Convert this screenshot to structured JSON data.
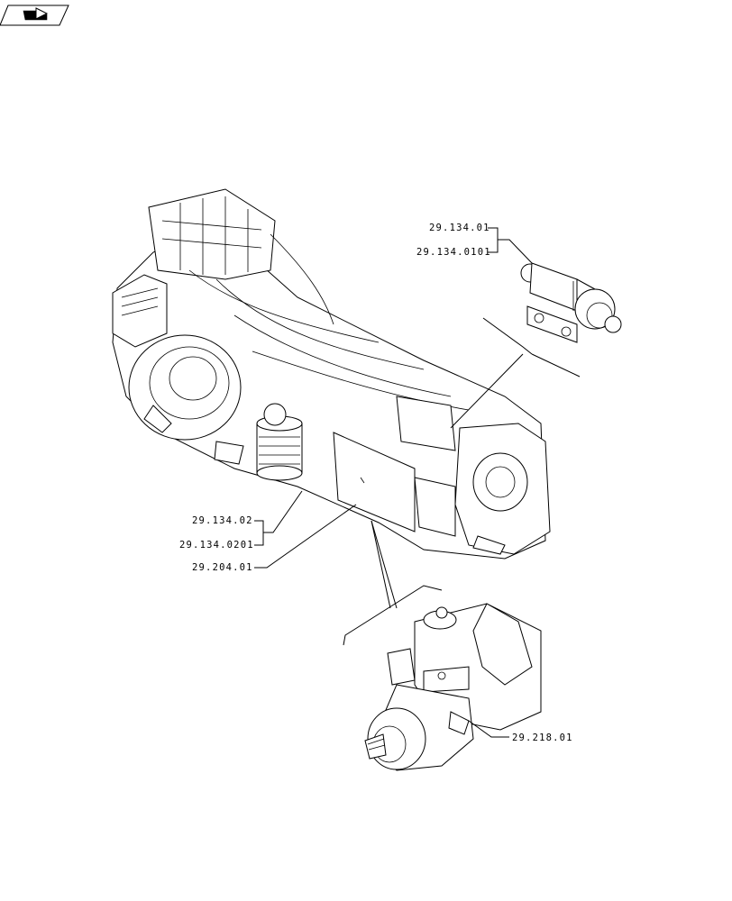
{
  "diagram": {
    "nav_icon": "book-arrow-icon",
    "callouts": {
      "valve_top": "29.134.01",
      "valve_top_variant": "29.134.0101",
      "filter": "29.134.02",
      "filter_variant": "29.134.0201",
      "transmission": "29.204.01",
      "pump": "29.218.01"
    }
  }
}
